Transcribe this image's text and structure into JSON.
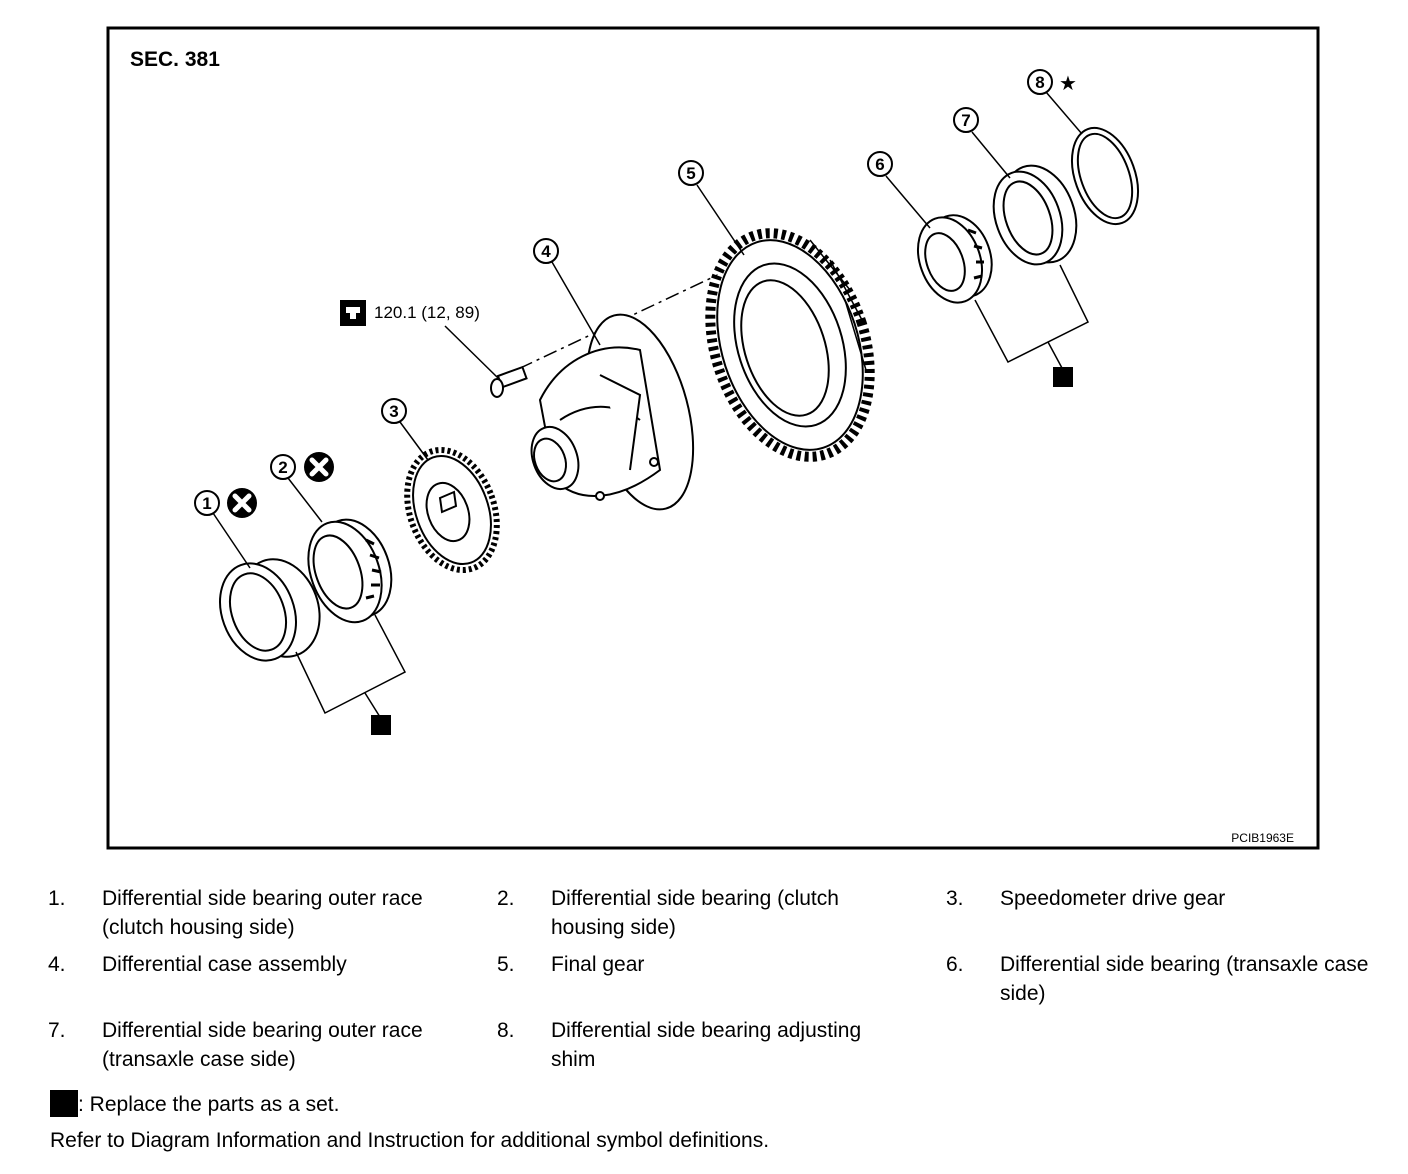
{
  "diagram": {
    "section": "SEC. 381",
    "figure_id": "PCIB1963E",
    "torque": "120.1 (12, 89)",
    "callouts": [
      "1",
      "2",
      "3",
      "4",
      "5",
      "6",
      "7",
      "8"
    ]
  },
  "legend": [
    {
      "num": "1.",
      "text": "Differential side bearing outer race (clutch housing side)"
    },
    {
      "num": "2.",
      "text": "Differential side bearing (clutch housing side)"
    },
    {
      "num": "3.",
      "text": "Speedometer drive gear"
    },
    {
      "num": "4.",
      "text": "Differential case assembly"
    },
    {
      "num": "5.",
      "text": "Final gear"
    },
    {
      "num": "6.",
      "text": "Differential side bearing (transaxle case side)"
    },
    {
      "num": "7.",
      "text": "Differential side bearing outer race (transaxle case side)"
    },
    {
      "num": "8.",
      "text": "Differential side bearing adjusting shim"
    }
  ],
  "notes": {
    "set_symbol": ": Replace the parts as a set.",
    "refer_prefix": "Refer to",
    "refer_text": "Diagram Information and Instruction for additional symbol definitions."
  },
  "icons": [
    "replace-set-square-icon",
    "do-not-reuse-icon",
    "star-icon",
    "torque-wrench-icon"
  ]
}
